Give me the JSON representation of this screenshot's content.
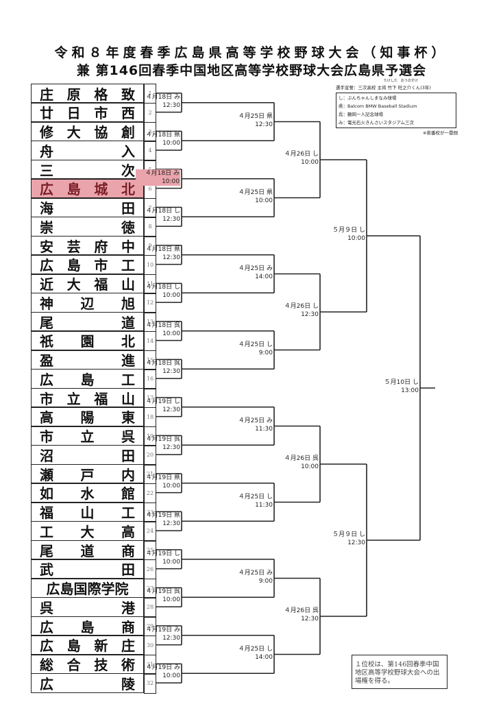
{
  "title": {
    "line1": "令和８年度春季広島県高等学校野球大会（知事杯）",
    "line2": "兼 第146回春季中国地区高等学校野球大会広島県予選会"
  },
  "legend": {
    "ruby": "たけした　おうのすけ",
    "caption": "選手宣誓：三次高校 主将 竹下 旺之介くん(3年)",
    "venues": [
      "し：ぶんちゃんしまなみ球場",
      "県：Balcom BMW Baseball Stadium",
      "呉：鶴岡一人記念球場",
      "み：電光石火きんさいスタジアム三次"
    ],
    "note": "※若番校が一塁側"
  },
  "teams": [
    {
      "no": "1",
      "chars": [
        "庄",
        "原",
        "格",
        "致"
      ]
    },
    {
      "no": "2",
      "chars": [
        "廿",
        "日",
        "市",
        "西"
      ]
    },
    {
      "no": "3",
      "chars": [
        "修",
        "大",
        "協",
        "創"
      ]
    },
    {
      "no": "4",
      "chars": [
        "舟",
        "入"
      ]
    },
    {
      "no": "5",
      "chars": [
        "三",
        "次"
      ]
    },
    {
      "no": "6",
      "chars": [
        "広",
        "島",
        "城",
        "北"
      ],
      "highlight": true
    },
    {
      "no": "7",
      "chars": [
        "海",
        "田"
      ]
    },
    {
      "no": "8",
      "chars": [
        "崇",
        "徳"
      ]
    },
    {
      "no": "9",
      "chars": [
        "安",
        "芸",
        "府",
        "中"
      ]
    },
    {
      "no": "10",
      "chars": [
        "広",
        "島",
        "市",
        "工"
      ]
    },
    {
      "no": "11",
      "chars": [
        "近",
        "大",
        "福",
        "山"
      ]
    },
    {
      "no": "12",
      "chars": [
        "神",
        "辺",
        "旭"
      ]
    },
    {
      "no": "13",
      "chars": [
        "尾",
        "道"
      ]
    },
    {
      "no": "14",
      "chars": [
        "祇",
        "園",
        "北"
      ]
    },
    {
      "no": "15",
      "chars": [
        "盈",
        "進"
      ]
    },
    {
      "no": "16",
      "chars": [
        "広",
        "島",
        "工"
      ]
    },
    {
      "no": "17",
      "chars": [
        "市",
        "立",
        "福",
        "山"
      ]
    },
    {
      "no": "18",
      "chars": [
        "高",
        "陽",
        "東"
      ]
    },
    {
      "no": "19",
      "chars": [
        "市",
        "立",
        "呉"
      ]
    },
    {
      "no": "20",
      "chars": [
        "沼",
        "田"
      ]
    },
    {
      "no": "21",
      "chars": [
        "瀬",
        "戸",
        "内"
      ]
    },
    {
      "no": "22",
      "chars": [
        "如",
        "水",
        "館"
      ]
    },
    {
      "no": "23",
      "chars": [
        "福",
        "山",
        "工"
      ]
    },
    {
      "no": "24",
      "chars": [
        "工",
        "大",
        "高"
      ]
    },
    {
      "no": "25",
      "chars": [
        "尾",
        "道",
        "商"
      ]
    },
    {
      "no": "26",
      "chars": [
        "武",
        "田"
      ]
    },
    {
      "no": "27",
      "chars": [
        "広島国際学院"
      ]
    },
    {
      "no": "28",
      "chars": [
        "呉",
        "港"
      ]
    },
    {
      "no": "29",
      "chars": [
        "広",
        "島",
        "商"
      ]
    },
    {
      "no": "30",
      "chars": [
        "広",
        "島",
        "新",
        "庄"
      ]
    },
    {
      "no": "31",
      "chars": [
        "総",
        "合",
        "技",
        "術"
      ]
    },
    {
      "no": "32",
      "chars": [
        "広",
        "陵"
      ]
    }
  ],
  "rounds": {
    "r1": [
      {
        "date": "４月18日 み",
        "time": "12:30"
      },
      {
        "date": "４月18日 県",
        "time": "10:00"
      },
      {
        "date": "４月18日 み",
        "time": "10:00",
        "highlight": true
      },
      {
        "date": "４月18日 し",
        "time": "12:30"
      },
      {
        "date": "４月18日 県",
        "time": "12:30"
      },
      {
        "date": "４月18日 し",
        "time": "10:00"
      },
      {
        "date": "４月18日 呉",
        "time": "10:00"
      },
      {
        "date": "４月18日 呉",
        "time": "12:30"
      },
      {
        "date": "４月19日 し",
        "time": "12:30"
      },
      {
        "date": "４月19日 呉",
        "time": "12:30"
      },
      {
        "date": "４月19日 県",
        "time": "10:00"
      },
      {
        "date": "４月19日 県",
        "time": "12:30"
      },
      {
        "date": "４月19日 し",
        "time": "10:00"
      },
      {
        "date": "４月19日 呉",
        "time": "10:00"
      },
      {
        "date": "４月19日 み",
        "time": "12:30"
      },
      {
        "date": "４月19日 み",
        "time": "10:00"
      }
    ],
    "r2": [
      {
        "date": "４月25日 県",
        "time": "12:30"
      },
      {
        "date": "４月25日 県",
        "time": "10:00"
      },
      {
        "date": "４月25日 み",
        "time": "14:00"
      },
      {
        "date": "４月25日 し",
        "time": "9:00"
      },
      {
        "date": "４月25日 み",
        "time": "11:30"
      },
      {
        "date": "４月25日 し",
        "time": "11:30"
      },
      {
        "date": "４月25日 み",
        "time": "9:00"
      },
      {
        "date": "４月25日 し",
        "time": "14:00"
      }
    ],
    "r3": [
      {
        "date": "４月26日 し",
        "time": "10:00"
      },
      {
        "date": "４月26日 し",
        "time": "12:30"
      },
      {
        "date": "４月26日 呉",
        "time": "10:00"
      },
      {
        "date": "４月26日 呉",
        "time": "12:30"
      }
    ],
    "sf": [
      {
        "date": "５月９日 し",
        "time": "10:00"
      },
      {
        "date": "５月９日 し",
        "time": "12:30"
      }
    ],
    "final": {
      "date": "５月10日 し",
      "time": "13:00"
    }
  },
  "qualification_note": "１位校は、第146回春季中国地区高等学校野球大会への出場権を得る。",
  "colors": {
    "highlight": "#eaa4ab",
    "line": "#222222"
  }
}
